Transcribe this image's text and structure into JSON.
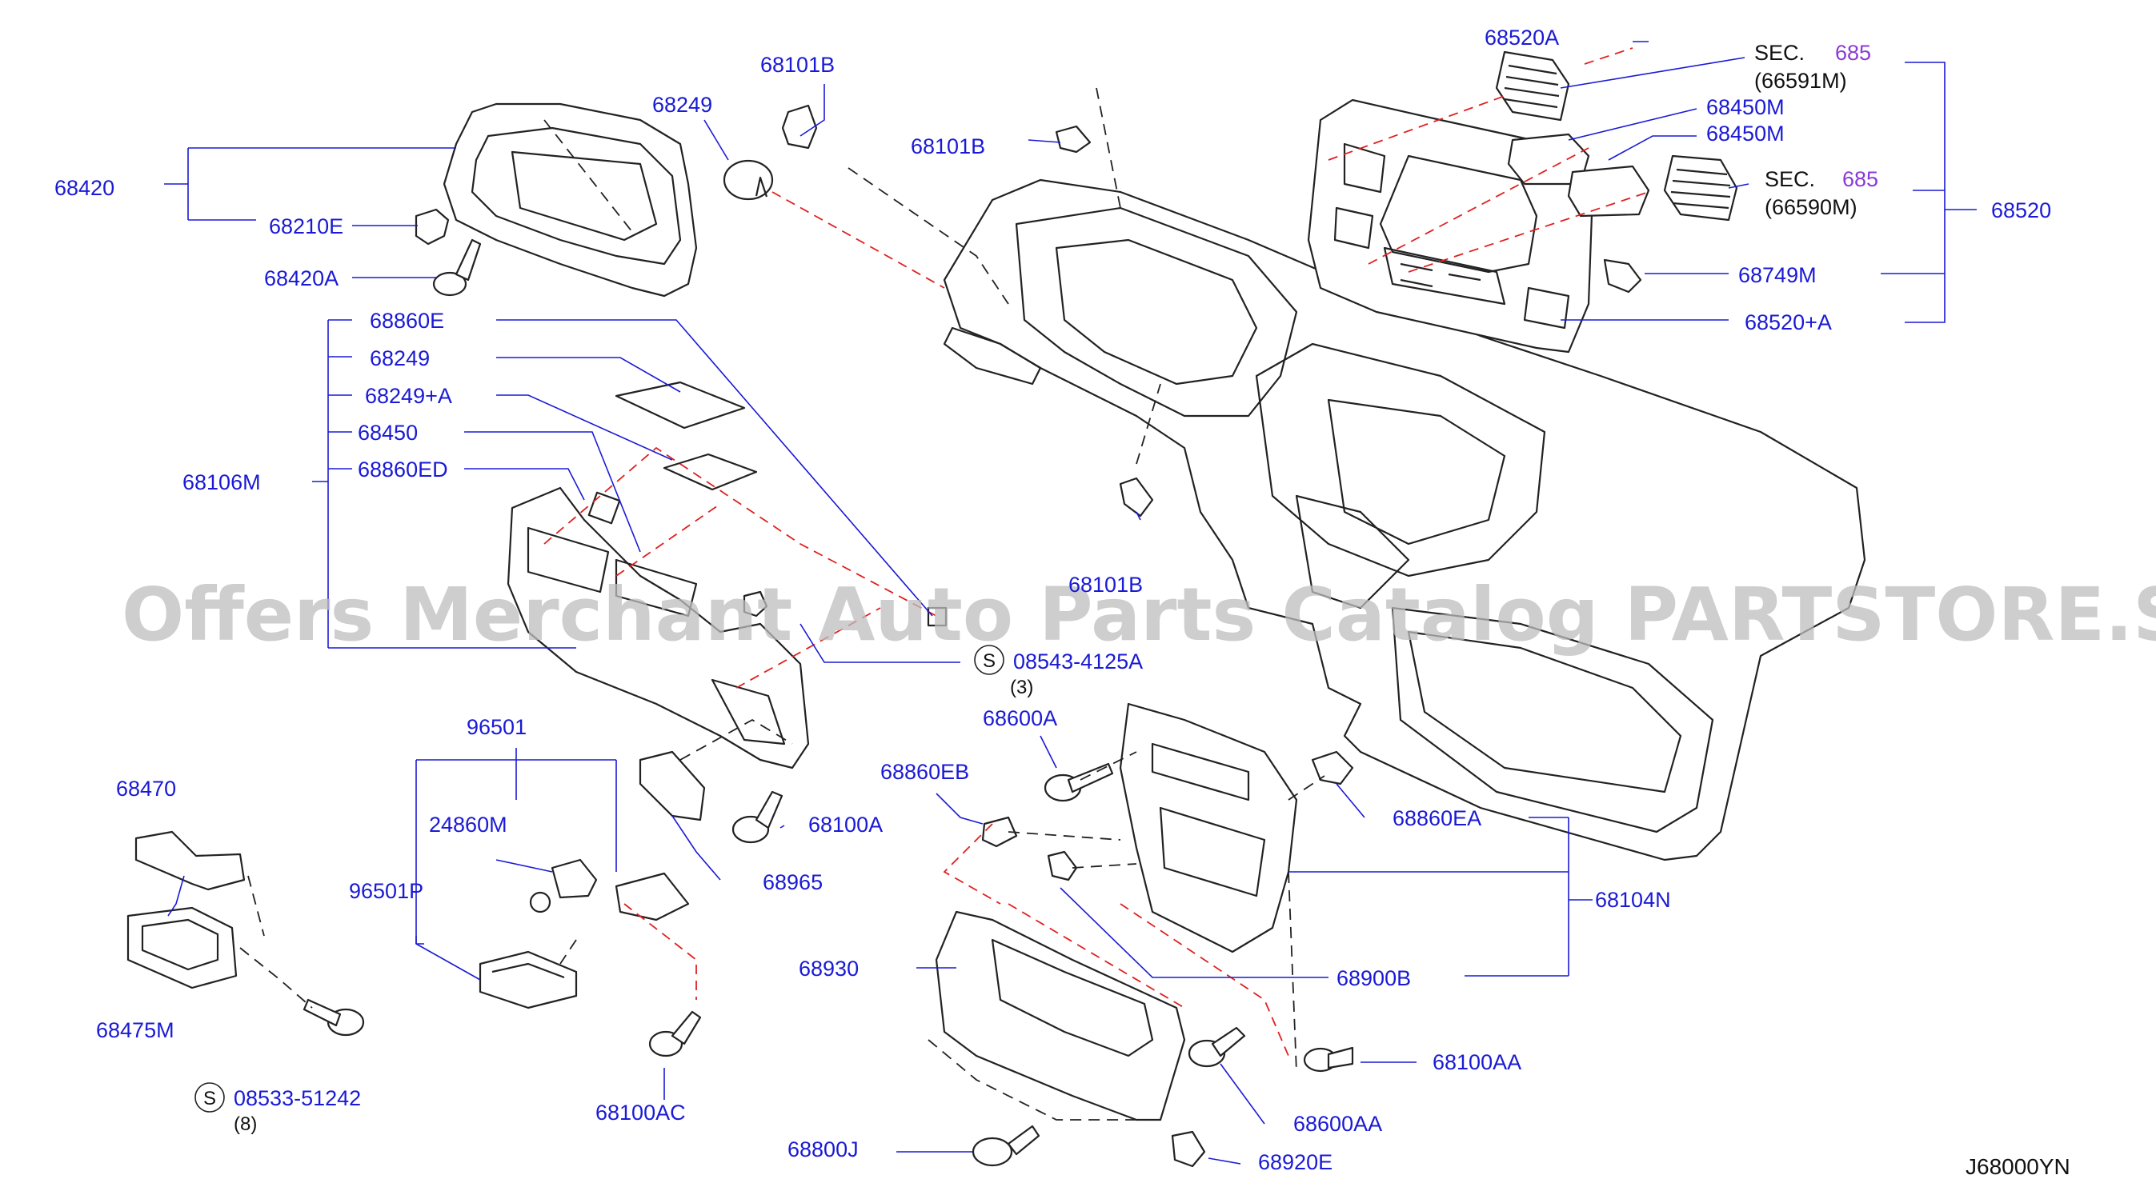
{
  "diagram": {
    "watermark": "Offers Merchant Auto Parts Catalog PARTSTORE.SA",
    "diagram_code": "J68000YN",
    "sec_note": "SEC.",
    "sec_section": "685",
    "sec_ref_1": "(66591M)",
    "sec_ref_2": "(66590M)",
    "screw_symbol": "S",
    "labels": {
      "p68520A": "68520A",
      "p68101B_a": "68101B",
      "p68249_a": "68249",
      "p68101B_b": "68101B",
      "p68450M_a": "68450M",
      "p68450M_b": "68450M",
      "p68420": "68420",
      "p68210E": "68210E",
      "p68420A": "68420A",
      "p68520": "68520",
      "p68749M": "68749M",
      "p68520pA": "68520+A",
      "p68860E": "68860E",
      "p68249_b": "68249",
      "p68249pA": "68249+A",
      "p68450": "68450",
      "p68860ED": "68860ED",
      "p68106M": "68106M",
      "p68101B_c": "68101B",
      "p08543": "08543-4125A",
      "q08543": "(3)",
      "p68600A": "68600A",
      "p96501": "96501",
      "p68860EB": "68860EB",
      "p68470": "68470",
      "p24860M": "24860M",
      "p68100A": "68100A",
      "p68860EA": "68860EA",
      "p96501P": "96501P",
      "p68965": "68965",
      "p68104N": "68104N",
      "p68930": "68930",
      "p68900B": "68900B",
      "p68475M": "68475M",
      "p68100AA": "68100AA",
      "p08533": "08533-51242",
      "q08533": "(8)",
      "p68100AC": "68100AC",
      "p68600AA": "68600AA",
      "p68800J": "68800J",
      "p68920E": "68920E"
    }
  }
}
